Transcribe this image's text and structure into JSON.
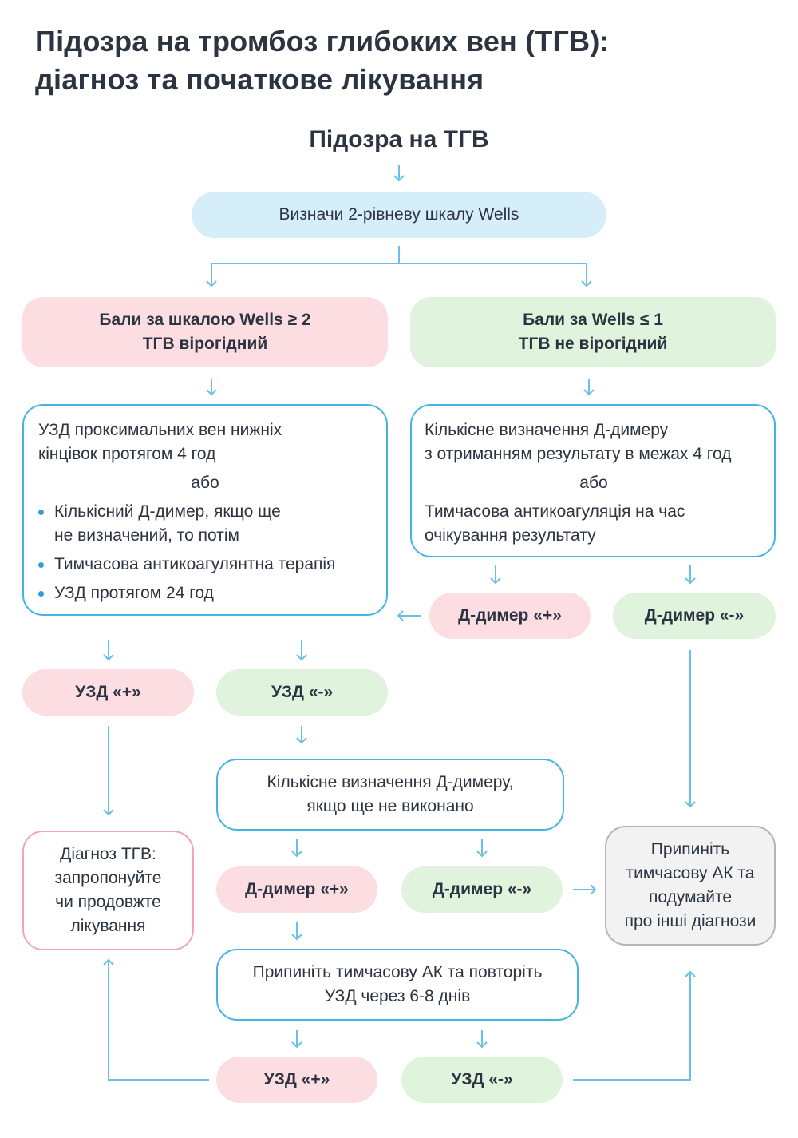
{
  "title": {
    "line1": "Підозра на тромбоз глибоких вен (ТГВ):",
    "line2": "діагноз та початкове лікування"
  },
  "colors": {
    "text": "#2b3440",
    "arrow": "#6cbfe6",
    "blue_fill": "#d6eef9",
    "pink_fill": "#fbdde2",
    "green_fill": "#e0f3dc",
    "outline_blue": "#44b4e4",
    "outline_red": "#f2a6b0",
    "grey_fill": "#f2f2f2"
  },
  "nodes": {
    "start": "Підозра на ТГВ",
    "wells": "Визначи 2-рівневу шкалу Wells",
    "likely": {
      "line1": "Бали за шкалою Wells ≥ 2",
      "line2": "ТГВ вірогідний"
    },
    "unlikely": {
      "line1": "Бали за Wells ≤ 1",
      "line2": "ТГВ не вірогідний"
    },
    "left_box": {
      "line1": "УЗД проксимальних вен нижніх",
      "line2": "кінцівок протягом 4 год",
      "or": "або",
      "bullet1_line1": "Кількісний Д-димер, якщо ще",
      "bullet1_line2": "не визначений, то потім",
      "bullet2": "Тимчасова антикоагулянтна терапія",
      "bullet3": "УЗД протягом 24 год"
    },
    "right_box": {
      "line1": "Кількісне визначення Д-димеру",
      "line2": "з отриманням результату в межах 4 год",
      "or": "або",
      "line3": "Тимчасова антикоагуляція на час",
      "line4": "очікування результату"
    },
    "ddimer_pos_1": "Д-димер «+»",
    "ddimer_neg_1": "Д-димер «-»",
    "us_pos_1": "УЗД «+»",
    "us_neg_1": "УЗД «-»",
    "quant_box": {
      "line1": "Кількісне визначення Д-димеру,",
      "line2": "якщо ще не виконано"
    },
    "diagnosis": {
      "line1": "Діагноз ТГВ:",
      "line2": "запропонуйте",
      "line3": "чи продовжте",
      "line4": "лікування"
    },
    "ddimer_pos_2": "Д-димер «+»",
    "ddimer_neg_2": "Д-димер «-»",
    "stop_box": {
      "line1": "Припиніть",
      "line2": "тимчасову АК та",
      "line3": "подумайте",
      "line4": "про інші діагнози"
    },
    "repeat_box": {
      "line1": "Припиніть тимчасову АК та повторіть",
      "line2": "УЗД через 6-8 днів"
    },
    "us_pos_2": "УЗД «+»",
    "us_neg_2": "УЗД «-»"
  }
}
